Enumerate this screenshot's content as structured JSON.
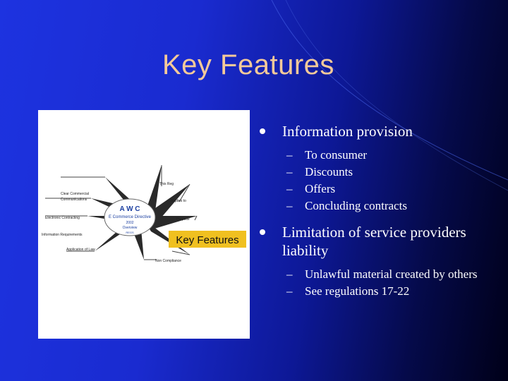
{
  "title": "Key Features",
  "bullets": [
    {
      "text": "Information provision",
      "sub": [
        "To consumer",
        "Discounts",
        "Offers",
        "Concluding contracts"
      ]
    },
    {
      "text": "Limitation of service providers liability",
      "sub": [
        "Unlawful material created by others",
        "See regulations 17-22"
      ]
    }
  ],
  "diagram": {
    "center": [
      "A W C",
      "E Commerce Directive",
      "2002",
      "Overview",
      "REGS"
    ],
    "highlight": "Key Features",
    "nodes": [
      "This Reg",
      "Applies to",
      "Purpose",
      "Non Compliance",
      "Application of Law",
      "Information Requirements",
      "Electronic Contracting",
      "Clear Commercial",
      "Communications"
    ]
  },
  "colors": {
    "title": "#f4c99a",
    "text": "#ffffff",
    "highlight_bg": "#f0c020"
  }
}
